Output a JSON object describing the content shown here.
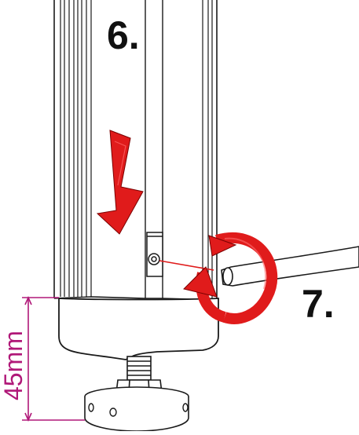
{
  "steps": {
    "step6": "6.",
    "step7": "7."
  },
  "dimension": {
    "label": "45mm"
  },
  "colors": {
    "outline": "#1a1a1a",
    "accent_red": "#e01b1b",
    "dimension_magenta": "#b01878",
    "background": "#ffffff"
  },
  "icons": {
    "down_arrow": "arrow-down-icon",
    "rotate_arrow": "rotate-clockwise-icon",
    "allen_key": "allen-key-icon"
  }
}
